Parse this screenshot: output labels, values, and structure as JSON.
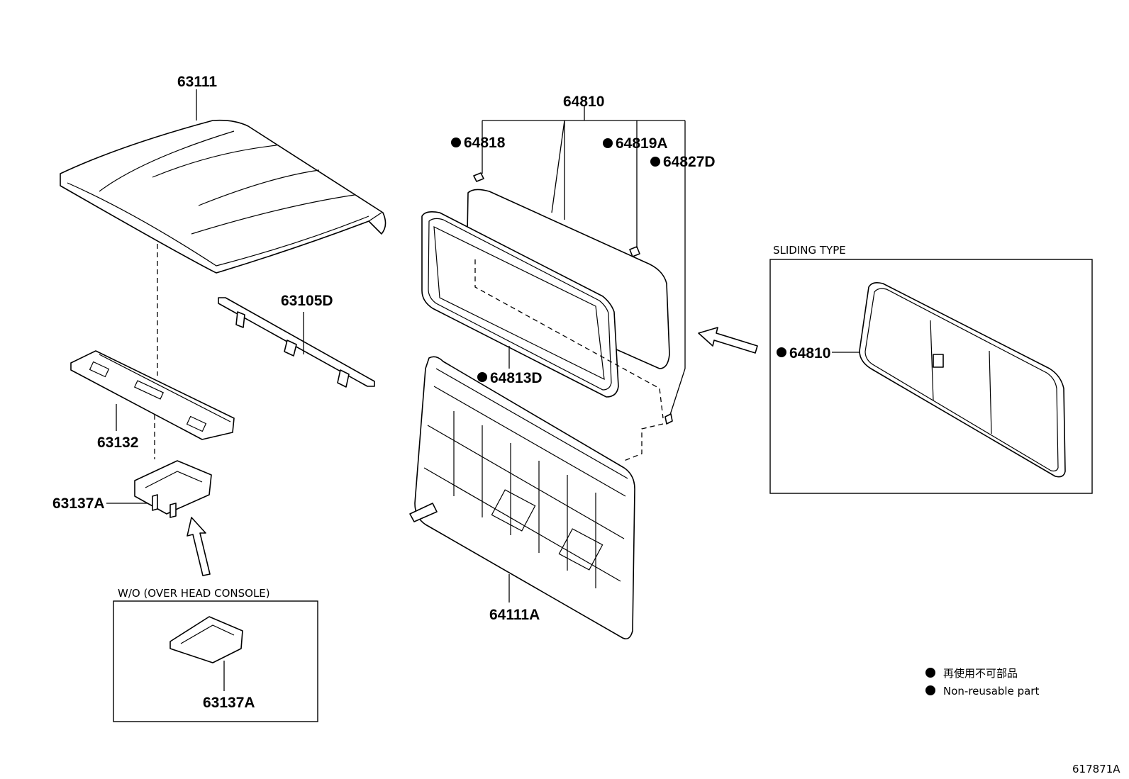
{
  "parts": {
    "p63111": "63111",
    "p64810": "64810",
    "p64818": "64818",
    "p64819A": "64819A",
    "p64827D": "64827D",
    "p63105D": "63105D",
    "p64813D": "64813D",
    "p63132": "63132",
    "p63137A": "63137A",
    "p64111A": "64111A",
    "p64810_sliding": "64810",
    "p63137A_box": "63137A"
  },
  "boxes": {
    "sliding_type": "SLIDING TYPE",
    "wo_overhead": "W/O (OVER HEAD CONSOLE)"
  },
  "legend": {
    "jp": "再使用不可部品",
    "en": "Non-reusable part"
  },
  "figure_code": "617871A",
  "colors": {
    "ink": "#000000",
    "paper": "#ffffff"
  },
  "icons": {
    "non_reusable": "filled-circle"
  }
}
